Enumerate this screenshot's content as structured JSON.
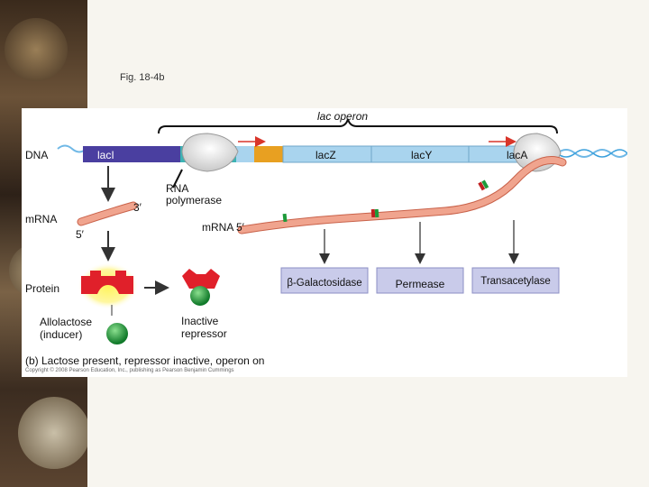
{
  "figure": {
    "label": "Fig. 18-4b",
    "operon_label": "lac operon",
    "row_labels": {
      "dna": "DNA",
      "mrna": "mRNA",
      "protein": "Protein"
    },
    "genes": {
      "lacI": "lacI",
      "lacZ": "lacZ",
      "lacY": "lacY",
      "lacA": "lacA"
    },
    "mrna_ends": {
      "three_prime": "3′",
      "five_prime": "5′",
      "mrna_5": "mRNA 5′"
    },
    "rna_polymerase": "RNA\npolymerase",
    "proteins": {
      "galactosidase": "β-Galactosidase",
      "permease": "Permease",
      "transacetylase": "Transacetylase"
    },
    "allolactose": "Allolactose\n(inducer)",
    "inactive_repressor": "Inactive\nrepressor",
    "caption": "(b) Lactose present, repressor inactive, operon on",
    "copyright": "Copyright © 2008 Pearson Education, Inc., publishing as Pearson Benjamin Cummings"
  },
  "colors": {
    "dna_blue": "#a9d4ee",
    "lacI_purple": "#4a3fa0",
    "teal": "#3bb3b3",
    "operator_gold": "#e8a021",
    "mrna_salmon": "#f0a48e",
    "repressor_red": "#e0202a",
    "inducer_green": "#1e9a3a",
    "protein_box": "#c9cbea",
    "arrow_red": "#d9352a"
  }
}
